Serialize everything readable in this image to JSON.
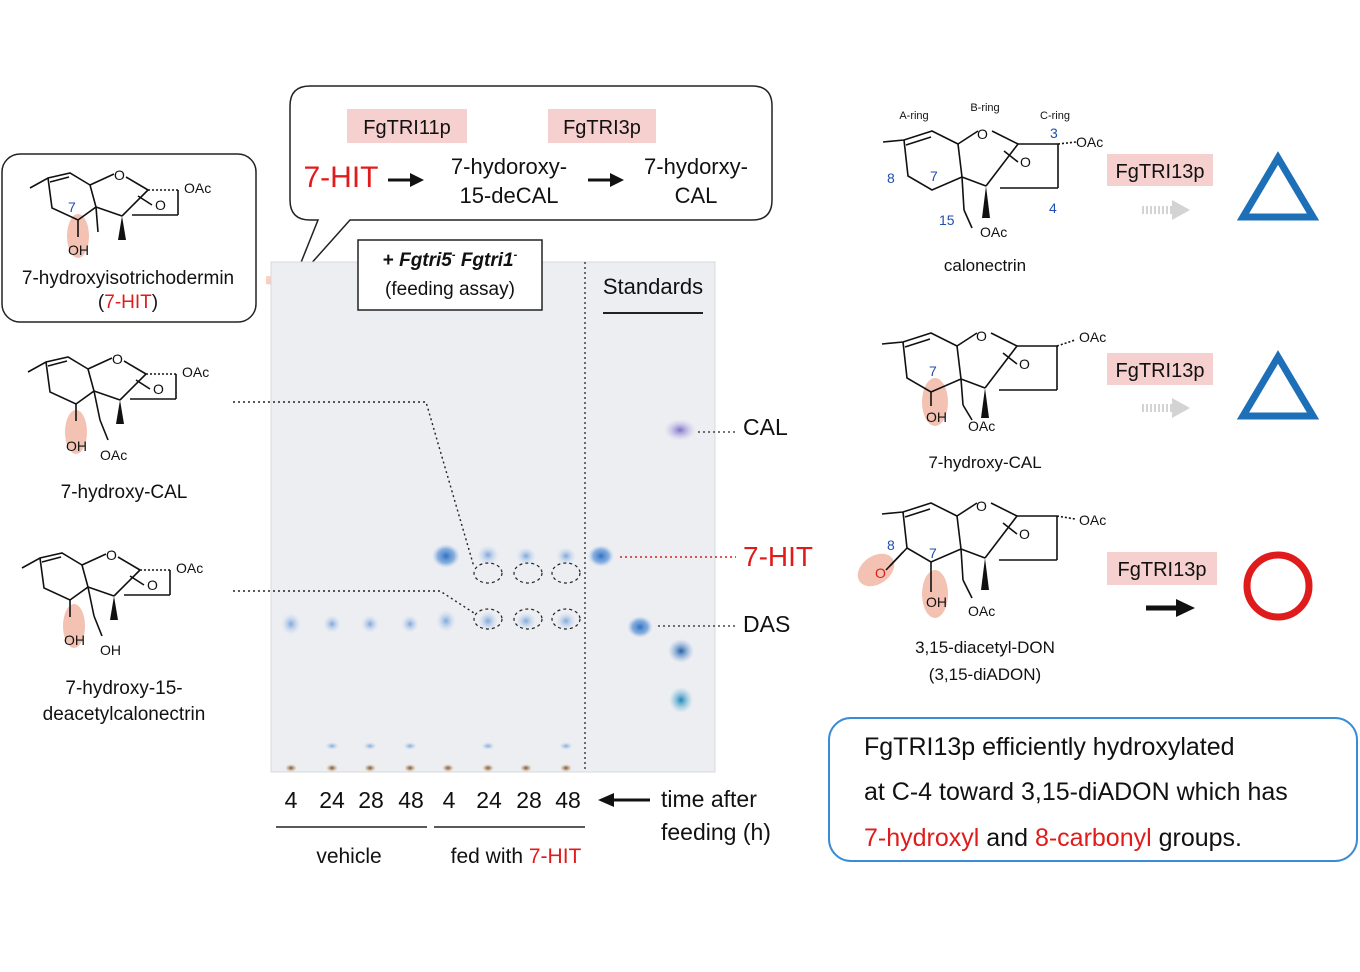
{
  "colors": {
    "red_accent": "#e01b1b",
    "blue_locant": "#1f4fb0",
    "enzyme_box": "#f6cfcf",
    "highlight": "#f3c2b2",
    "triangle": "#1d6fb8",
    "circle": "#e01b1b",
    "conclusion_border": "#3a8cd6",
    "tlc_plate": "#eceef2"
  },
  "pathway": {
    "enzyme1": "FgTRI11p",
    "enzyme2": "FgTRI3p",
    "substrate": "7-HIT",
    "intermediate_line1": "7-hydoroxy-",
    "intermediate_line2": "15-deCAL",
    "product_line1": "7-hydorxy-",
    "product_line2": "CAL"
  },
  "left_structures": {
    "hit_name": "7-hydroxyisotrichodermin",
    "hit_abbr_open": "(",
    "hit_abbr": "7-HIT",
    "hit_abbr_close": ")",
    "hit_locant": "7",
    "hydroxycal_name": "7-hydroxy-CAL",
    "decal_name_line1": "7-hydroxy-15-",
    "decal_name_line2": "deacetylcalonectrin",
    "oh": "OH",
    "oac": "OAc",
    "o": "O"
  },
  "tlc": {
    "assay_line1_prefix": "+ ",
    "assay_strain1": "Fgtri5",
    "assay_strain1_sup": "-",
    "assay_strain2": "Fgtri1",
    "assay_strain2_sup": "-",
    "assay_line2": "(feeding assay)",
    "standards_label": "Standards",
    "band_labels": [
      "CAL",
      "7-HIT",
      "DAS"
    ],
    "lane_times": [
      "4",
      "24",
      "28",
      "48",
      "4",
      "24",
      "28",
      "48"
    ],
    "time_axis_line1": "time after",
    "time_axis_line2": "feeding (h)",
    "group_vehicle": "vehicle",
    "group_fed_prefix": "fed with ",
    "group_fed_compound": "7-HIT"
  },
  "right_panel": {
    "enzyme": "FgTRI13p",
    "rows": [
      {
        "name_line1": "calonectrin",
        "name_line2": "",
        "result": "triangle",
        "arrow": "faint"
      },
      {
        "name_line1": "7-hydroxy-CAL",
        "name_line2": "",
        "result": "triangle",
        "arrow": "faint"
      },
      {
        "name_line1": "3,15-diacetyl-DON",
        "name_line2": "(3,15-diADON)",
        "result": "circle",
        "arrow": "solid"
      }
    ],
    "ring_labels": [
      "A-ring",
      "B-ring",
      "C-ring"
    ],
    "calonectrin_locants": [
      "3",
      "8",
      "7",
      "15",
      "4"
    ],
    "diadon_locants": [
      "8",
      "7"
    ]
  },
  "conclusion": {
    "line1": "FgTRI13p efficiently hydroxylated",
    "line2": "at C-4 toward 3,15-diADON which has",
    "line3_part1": "7-hydroxyl",
    "line3_part2": " and ",
    "line3_part3": "8-carbonyl",
    "line3_part4": " groups."
  }
}
